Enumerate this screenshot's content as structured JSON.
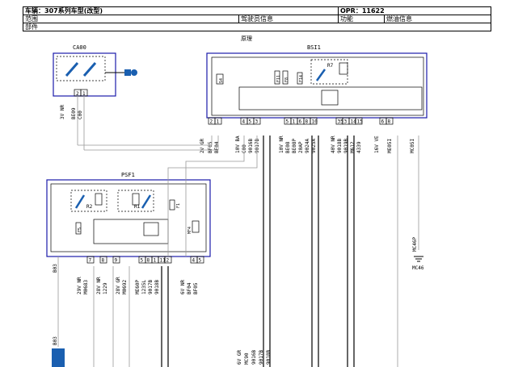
{
  "header": {
    "vehicle_label": "车辆：307系列车型(改型)",
    "opr_label": "OPR：11622",
    "scope_label": "范围",
    "driver_info_label": "驾驶员信息",
    "function_label": "功能",
    "fuel_info_label": "燃油信息",
    "part_label": "部件",
    "principle_label": "原理"
  },
  "diagram": {
    "components": {
      "ca00": {
        "name": "CA00",
        "pins": [
          "2",
          "1"
        ],
        "wires": [
          "3V NR",
          "BE09",
          "C00"
        ]
      },
      "bsi1": {
        "name": "BSI1",
        "internal": [
          "S4",
          "F11",
          "F8",
          "F14",
          "R7"
        ],
        "pins": [
          "2",
          "1",
          "4",
          "5",
          "3",
          "5",
          "1",
          "6",
          "8",
          "10",
          "35",
          "3",
          "14",
          "15",
          "6",
          "8"
        ],
        "wire_groups": [
          [
            "2V GR",
            "BF05",
            "BF04"
          ],
          [
            "10V BA",
            "C00",
            "9016B",
            "9017B"
          ],
          [
            "10V NR",
            "BE08",
            "BE08P",
            "20AP"
          ],
          [
            "9024A",
            "9025A"
          ],
          [
            "40V NR",
            "9018B",
            "9019B",
            "M612",
            "4339"
          ],
          [
            "16V VE",
            "ME05I",
            "MC05I"
          ]
        ]
      },
      "psf1": {
        "name": "PSF1",
        "internal": [
          "R2",
          "R1",
          "F1",
          "F5",
          "MF4"
        ],
        "pins": [
          "7",
          "8",
          "9",
          "5",
          "8",
          "1",
          "11",
          "2",
          "4",
          "5"
        ],
        "wire_groups": [
          [
            "29V NR",
            "M0683"
          ],
          [
            "28V NR",
            "1229"
          ],
          [
            "28V GR",
            "M0692"
          ],
          [
            "ME60P",
            "1235L",
            "9017B",
            "9018B"
          ],
          [
            "6V NR",
            "BF04",
            "BF05"
          ]
        ]
      },
      "ground": {
        "name": "MC46P",
        "label": "MC46"
      },
      "b03": {
        "name": "B03",
        "label": "B03"
      },
      "bottom_bundle": [
        "6V GR",
        "MC90",
        "9016B",
        "9017B",
        "9018B"
      ]
    }
  }
}
